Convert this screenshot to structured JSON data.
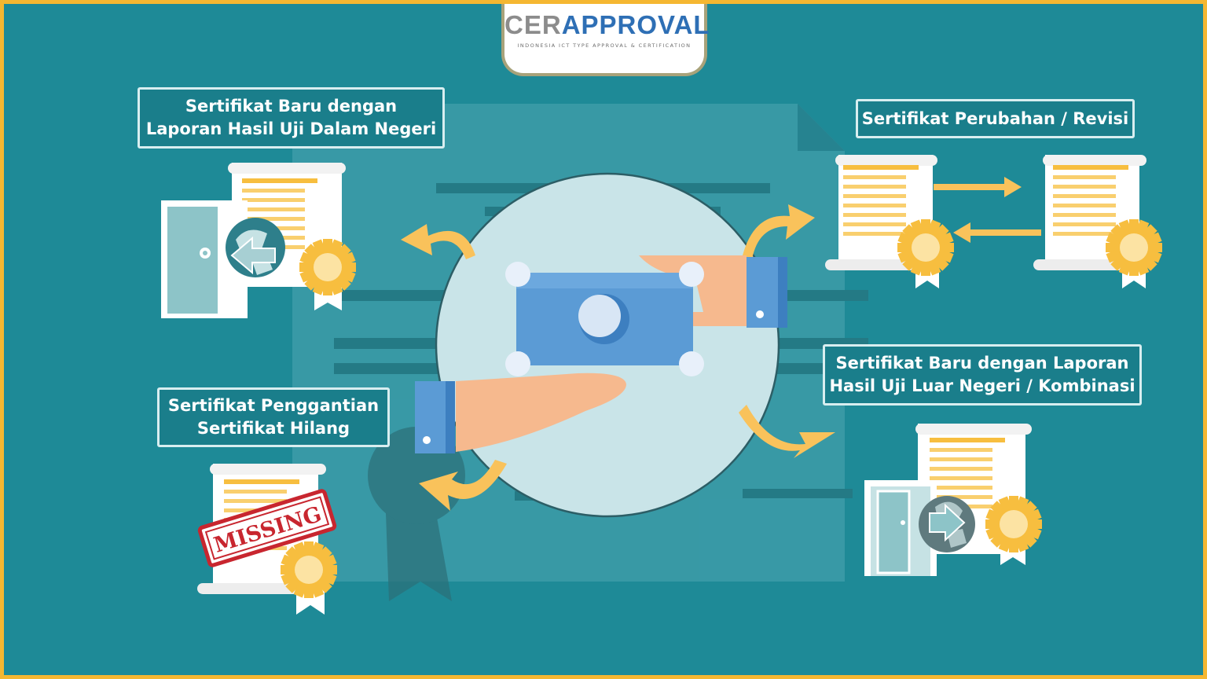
{
  "logo": {
    "brand_part1": "CER",
    "brand_part2": "APPROVAL",
    "tagline": "INDONESIA ICT TYPE APPROVAL & CERTIFICATION"
  },
  "labels": {
    "top_left": {
      "line1": "Sertifikat Baru dengan",
      "line2": "Laporan Hasil Uji Dalam Negeri"
    },
    "top_right": {
      "line1": "Sertifikat Perubahan / Revisi"
    },
    "bottom_left": {
      "line1": "Sertifikat Penggantian",
      "line2": "Sertifikat Hilang"
    },
    "bottom_right": {
      "line1": "Sertifikat Baru dengan Laporan",
      "line2": "Hasil Uji Luar Negeri / Kombinasi"
    }
  },
  "stamp": {
    "text": "MISSING"
  },
  "colors": {
    "frame": "#F5B731",
    "background": "#1E8A97",
    "arrow": "#F9C25B",
    "seal": "#F7BE3F",
    "money": "#5B9BD5",
    "stamp": "#C8262F"
  },
  "icons": [
    "money-hand-icon",
    "certificate-icon",
    "door-icon",
    "globe-icon",
    "seal-icon",
    "exchange-arrows-icon",
    "missing-stamp-icon",
    "curved-arrow-icon"
  ]
}
